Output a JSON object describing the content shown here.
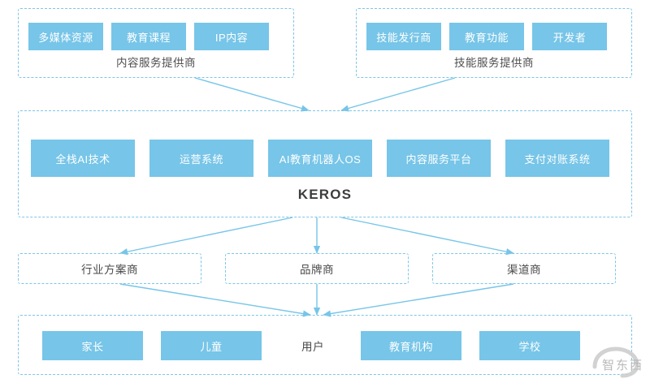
{
  "diagram": {
    "type": "ecosystem-layer-diagram",
    "accent_color": "#77c5e8",
    "dash_border_color": "#7ec6e8",
    "arrow_color": "#77c5e8",
    "platform_name": "KEROS",
    "top_groups": [
      {
        "caption": "内容服务提供商",
        "items": [
          "多媒体资源",
          "教育课程",
          "IP内容"
        ]
      },
      {
        "caption": "技能服务提供商",
        "items": [
          "技能发行商",
          "教育功能",
          "开发者"
        ]
      }
    ],
    "platform_layer": {
      "items": [
        "全栈AI技术",
        "运营系统",
        "AI教育机器人OS",
        "内容服务平台",
        "支付对账系统"
      ],
      "caption": "KEROS"
    },
    "channel_layer": [
      {
        "label": "行业方案商"
      },
      {
        "label": "品牌商"
      },
      {
        "label": "渠道商"
      }
    ],
    "user_layer": {
      "caption": "用户",
      "items": [
        "家长",
        "儿童",
        "教育机构",
        "学校"
      ]
    },
    "watermark": {
      "text": "智东西"
    }
  }
}
